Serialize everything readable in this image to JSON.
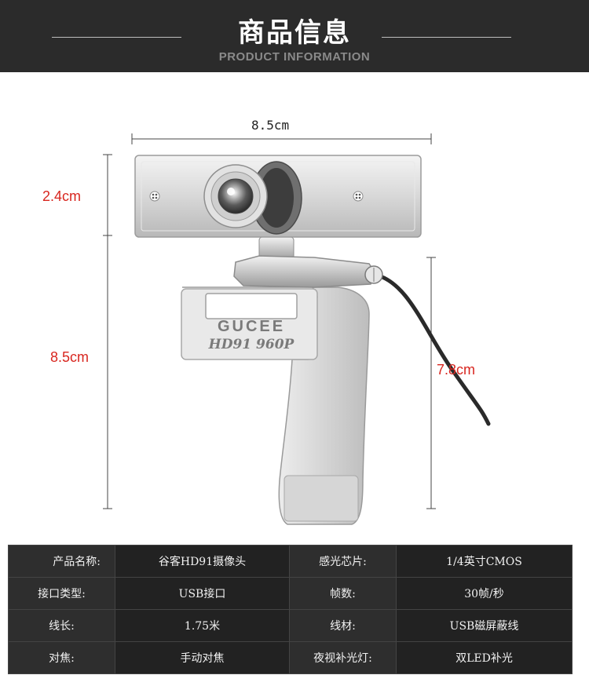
{
  "header": {
    "title": "商品信息",
    "subtitle": "PRODUCT INFORMATION"
  },
  "figure": {
    "product_logo": "GUCEE",
    "product_model": "HD91 960P",
    "dimensions": {
      "width": "8.5cm",
      "camera_height": "2.4cm",
      "total_height": "8.5cm",
      "clip_height": "7.8cm"
    }
  },
  "specs": [
    {
      "k1": "产品名称:",
      "v1": "谷客HD91摄像头",
      "k2": "感光芯片:",
      "v2": "1/4英寸CMOS"
    },
    {
      "k1": "接口类型:",
      "v1": "USB接口",
      "k2": "帧数:",
      "v2": "30帧/秒"
    },
    {
      "k1": "线长:",
      "v1": "1.75米",
      "k2": "线材:",
      "v2": "USB磁屏蔽线"
    },
    {
      "k1": "对焦:",
      "v1": "手动对焦",
      "k2": "夜视补光灯:",
      "v2": "双LED补光"
    }
  ]
}
